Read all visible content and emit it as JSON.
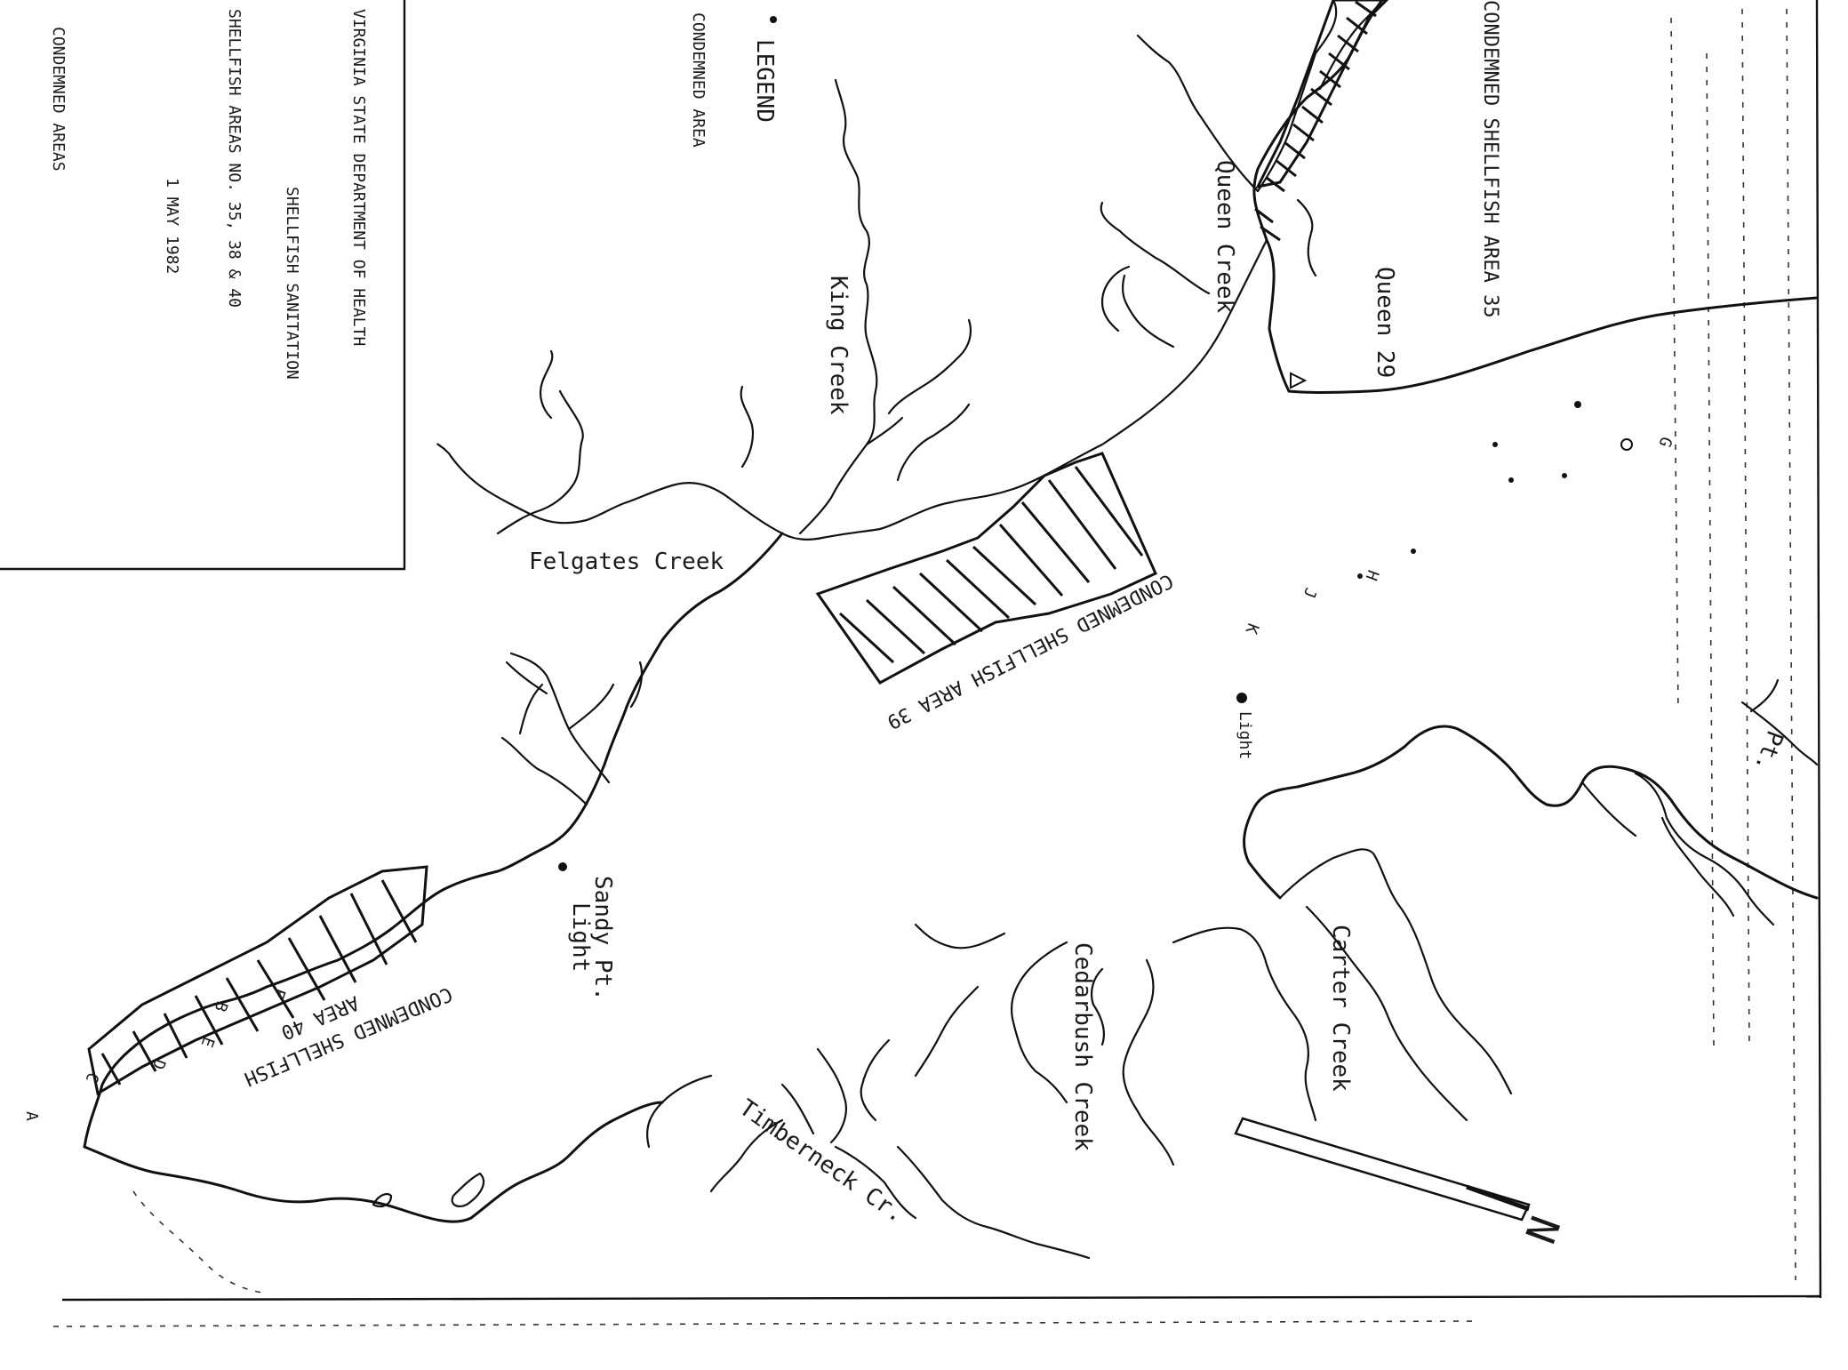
{
  "map": {
    "legend": {
      "heading": "LEGEND",
      "item": "CONDEMNED AREA"
    },
    "title_block": {
      "lines": [
        "VIRGINIA STATE DEPARTMENT OF HEALTH",
        "SHELLFISH SANITATION",
        "SHELLFISH AREAS NO. 35, 38 & 40",
        "1 MAY 1982",
        "CONDEMNED AREAS"
      ]
    },
    "areas": {
      "area_35": "CONDEMNED SHELLFISH AREA 35",
      "area_39": "CONDEMNED SHELLFISH AREA 39",
      "area_40_line1": "CONDEMNED SHELLFISH",
      "area_40_line2": "AREA 40"
    },
    "places": {
      "queen_creek": "Queen Creek",
      "king_creek": "King Creek",
      "felgates_creek": "Felgates Creek",
      "queen_29": "Queen 29",
      "carter_creek": "Carter Creek",
      "cedarbush_creek": "Cedarbush Creek",
      "timberneck_cr": "Timberneck Cr.",
      "sandy_pt_light_1": "Sandy Pt.",
      "sandy_pt_light_2": "Light",
      "bell_light": "Light",
      "pt_label": "Pt."
    },
    "station_letters": [
      "A",
      "B",
      "C",
      "D",
      "E",
      "F",
      "G",
      "H",
      "J",
      "K"
    ],
    "north_arrow": "N"
  }
}
